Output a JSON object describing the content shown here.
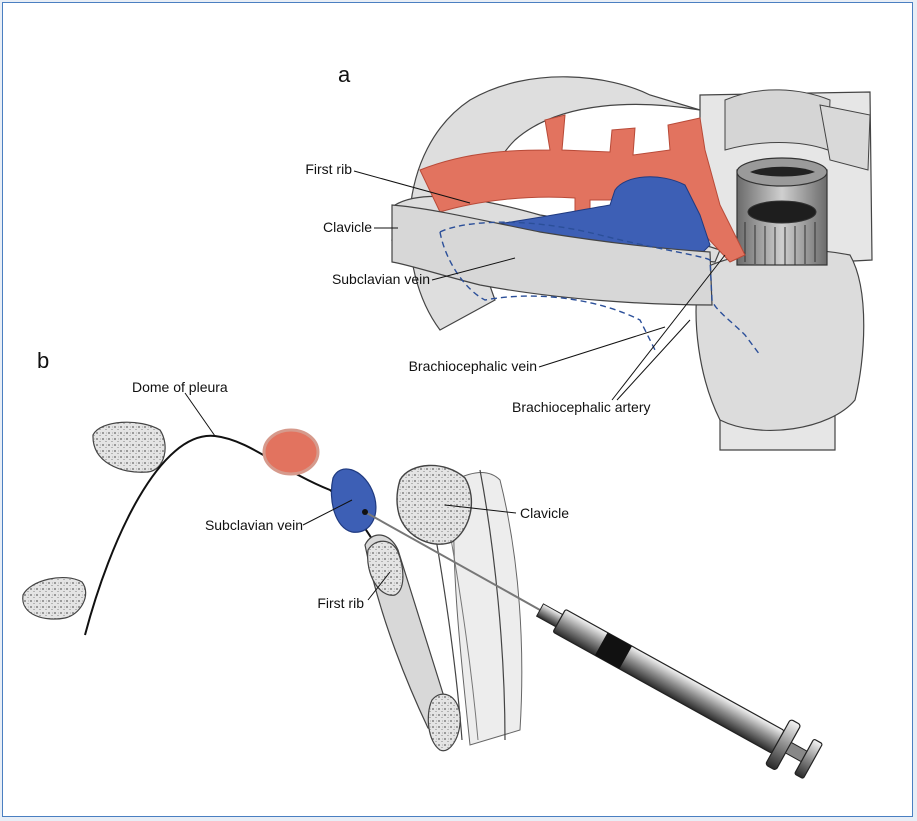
{
  "panels": {
    "a": {
      "letter": "a",
      "labels": {
        "first_rib": "First rib",
        "clavicle": "Clavicle",
        "subclavian_vein": "Subclavian vein",
        "brachiocephalic_vein": "Brachiocephalic vein",
        "brachiocephalic_artery": "Brachiocephalic artery"
      }
    },
    "b": {
      "letter": "b",
      "labels": {
        "dome_of_pleura": "Dome of pleura",
        "subclavian_vein": "Subclavian vein",
        "first_rib": "First rib",
        "clavicle": "Clavicle"
      }
    }
  },
  "colors": {
    "frame_border": "#4a7fc1",
    "artery": "#e2735f",
    "vein": "#3d5fb5",
    "bone": "#dcdcdc",
    "bone_outline": "#555555",
    "dashed_vein": "#2b4f99"
  }
}
